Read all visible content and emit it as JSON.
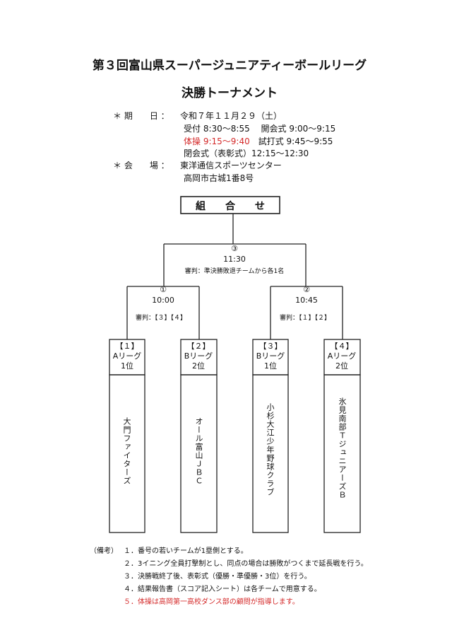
{
  "title": "第３回富山県スーパージュニアティーボールリーグ",
  "subtitle": "決勝トーナメント",
  "info": {
    "date_label": "＊ 期　　日 ：",
    "date_value": "令和７年１１月２９（土）",
    "schedule": [
      {
        "text": "受付 8:30～8:55　 開会式 9:00～9:15",
        "highlight": false
      },
      {
        "red": "体操 9:15～9:40",
        "rest": "　試打式 9:45～9:55"
      },
      {
        "text": "閉会式（表彰式）12:15～12:30"
      }
    ],
    "venue_label": "＊ 会　　場 ：",
    "venue_name": "東洋通信スポーツセンター",
    "venue_address": "高岡市古城1番8号"
  },
  "bracket": {
    "heading": "組　　合　　せ",
    "final": {
      "number": "③",
      "time": "11:30",
      "umpire": "審判：準決勝敗退チームから各1名"
    },
    "semis": [
      {
        "number": "①",
        "time": "10:00",
        "umpire": "審判：【３】【４】"
      },
      {
        "number": "②",
        "time": "10:45",
        "umpire": "審判：【１】【２】"
      }
    ],
    "teams": [
      {
        "seed": "【１】",
        "league": "Aリーグ",
        "rank": "1位",
        "name": "大門ファイターズ"
      },
      {
        "seed": "【２】",
        "league": "Bリーグ",
        "rank": "2位",
        "name": "オール富山ＪＢＣ"
      },
      {
        "seed": "【３】",
        "league": "Bリーグ",
        "rank": "1位",
        "name": "小杉大江少年野球クラブ"
      },
      {
        "seed": "【４】",
        "league": "Aリーグ",
        "rank": "2位",
        "name": "氷見南部ＴジュニアーズＢ"
      }
    ]
  },
  "notes": {
    "label": "（備考）",
    "items": [
      "１．番号の若いチームが1塁側とする。",
      "２．3イニング全員打撃制とし、同点の場合は勝敗がつくまで延長戦を行う。",
      "３．決勝戦終了後、表彰式（優勝・準優勝・3位）を行う。",
      "４．結果報告書（スコア記入シート）は各チームで用意する。",
      "５．体操は高岡第一高校ダンス部の顧問が指導します。"
    ]
  },
  "colors": {
    "red": "#d42a2a",
    "text": "#111111"
  }
}
